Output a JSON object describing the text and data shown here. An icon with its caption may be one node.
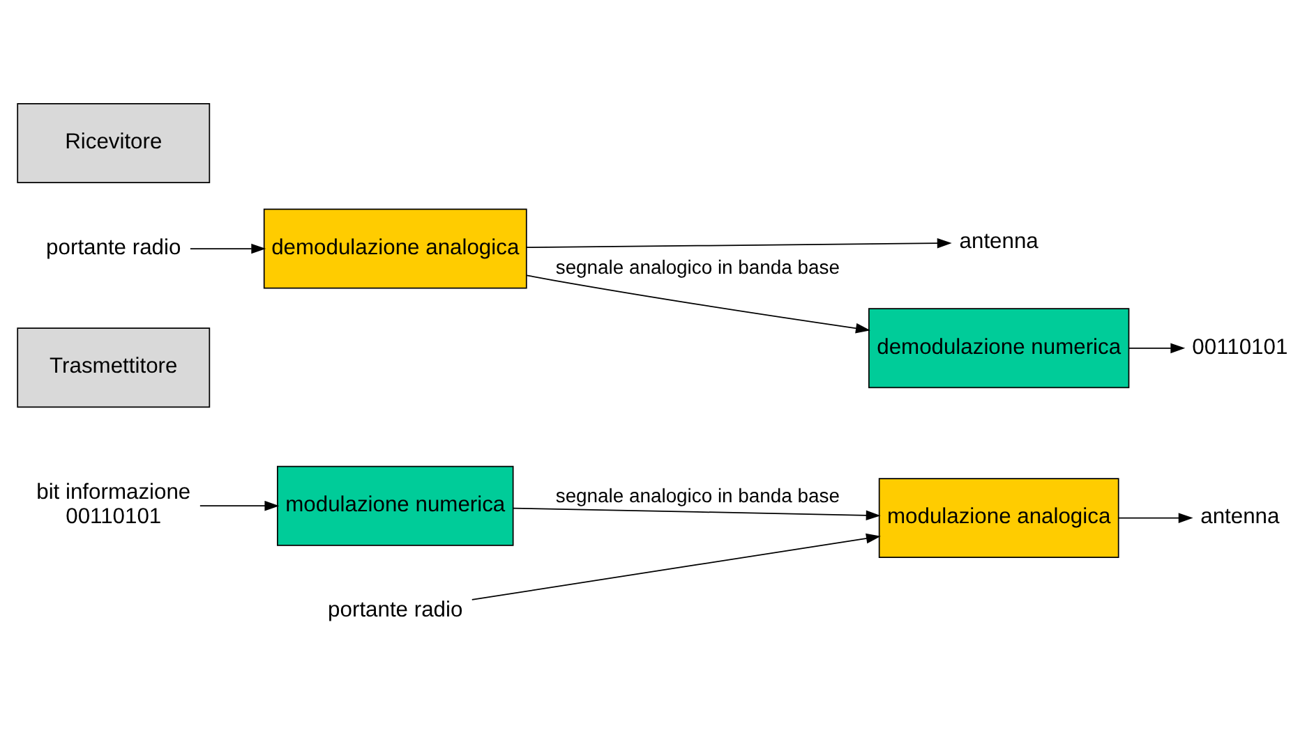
{
  "diagram": {
    "nodes": [
      {
        "text": [
          "bit informazione",
          "00110101"
        ]
      },
      {
        "text": [
          "modulazione numerica"
        ]
      },
      {
        "text": [
          "modulazione analogica"
        ]
      },
      {
        "text": [
          "antenna"
        ]
      },
      {
        "text": [
          "portante radio"
        ]
      },
      {
        "text": [
          "Trasmettitore"
        ]
      },
      {
        "text": [
          "antenna"
        ]
      },
      {
        "text": [
          "demodulazione analogica"
        ]
      },
      {
        "text": [
          "demodulazione numerica"
        ]
      },
      {
        "text": [
          "00110101"
        ]
      },
      {
        "text": [
          "portante radio"
        ]
      },
      {
        "text": [
          "Ricevitore"
        ]
      }
    ],
    "edges": [
      {
        "from": 0,
        "to": 1,
        "arrow": "to"
      },
      {
        "from": 1,
        "to": 2,
        "arrow": "to",
        "label": "segnale analogico in banda base"
      },
      {
        "from": 2,
        "to": 3,
        "arrow": "to"
      },
      {
        "from": 4,
        "to": 2,
        "arrow": "to"
      },
      {
        "from": 7,
        "to": 6,
        "arrow": "to"
      },
      {
        "from": 7,
        "to": 8,
        "arrow": "to",
        "label": "segnale analogico in banda base"
      },
      {
        "from": 8,
        "to": 9,
        "arrow": "to"
      },
      {
        "from": 10,
        "to": 7,
        "arrow": "to"
      }
    ]
  }
}
